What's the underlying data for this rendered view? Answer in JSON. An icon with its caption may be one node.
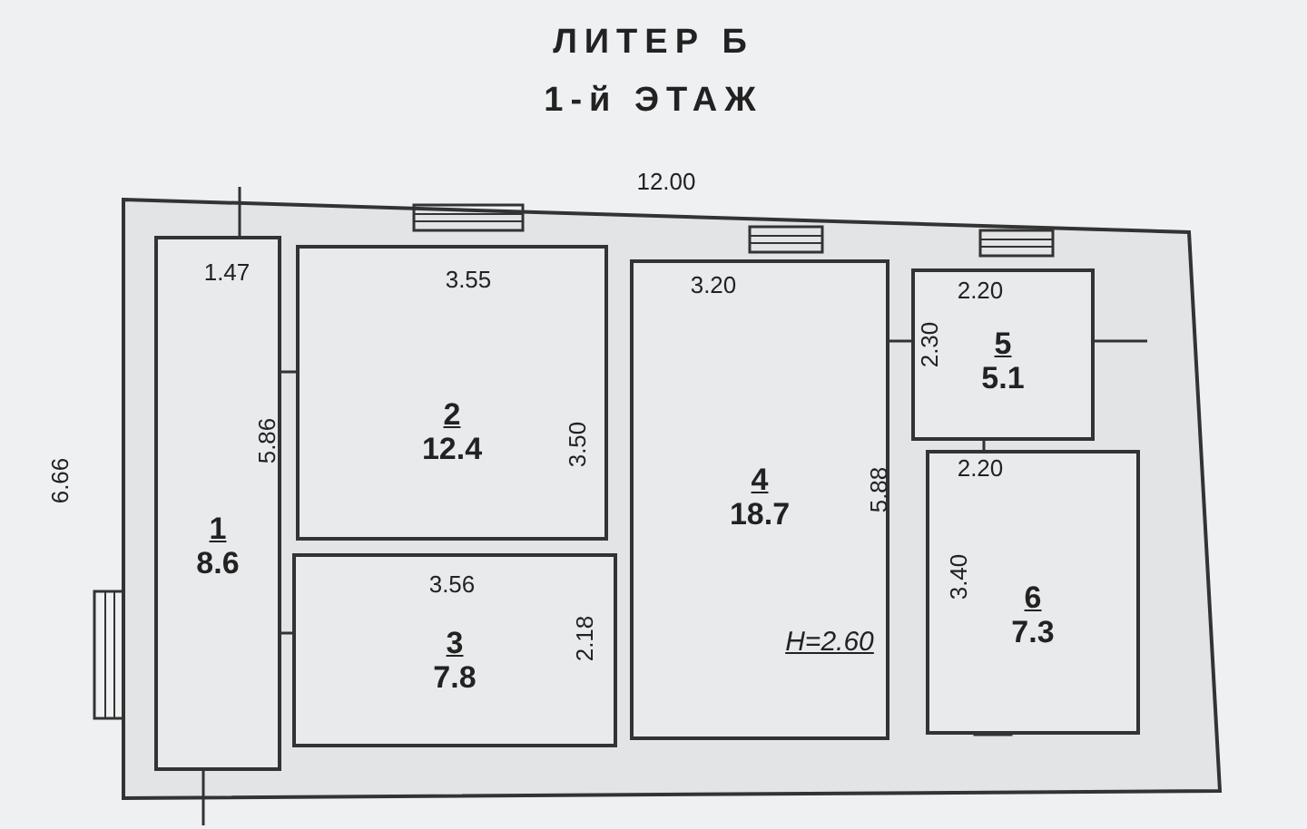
{
  "diagram": {
    "title": "ЛИТЕР Б 1-й ЭТАЖ",
    "nodes": [
      {
        "text": [
          "1",
          "8.6"
        ]
      },
      {
        "text": [
          "2",
          "12.4"
        ]
      },
      {
        "text": [
          "3",
          "7.8"
        ]
      },
      {
        "text": [
          "4",
          "18.7"
        ]
      },
      {
        "text": [
          "5",
          "5.1"
        ]
      },
      {
        "text": [
          "6",
          "7.3"
        ]
      }
    ],
    "labels": [
      "12.00",
      "1.47",
      "3.55",
      "3.20",
      "2.20",
      "2.30",
      "6.66",
      "5.86",
      "3.50",
      "5.88",
      "2.20",
      "3.56",
      "3.40",
      "2.18",
      "H=2.60"
    ]
  }
}
